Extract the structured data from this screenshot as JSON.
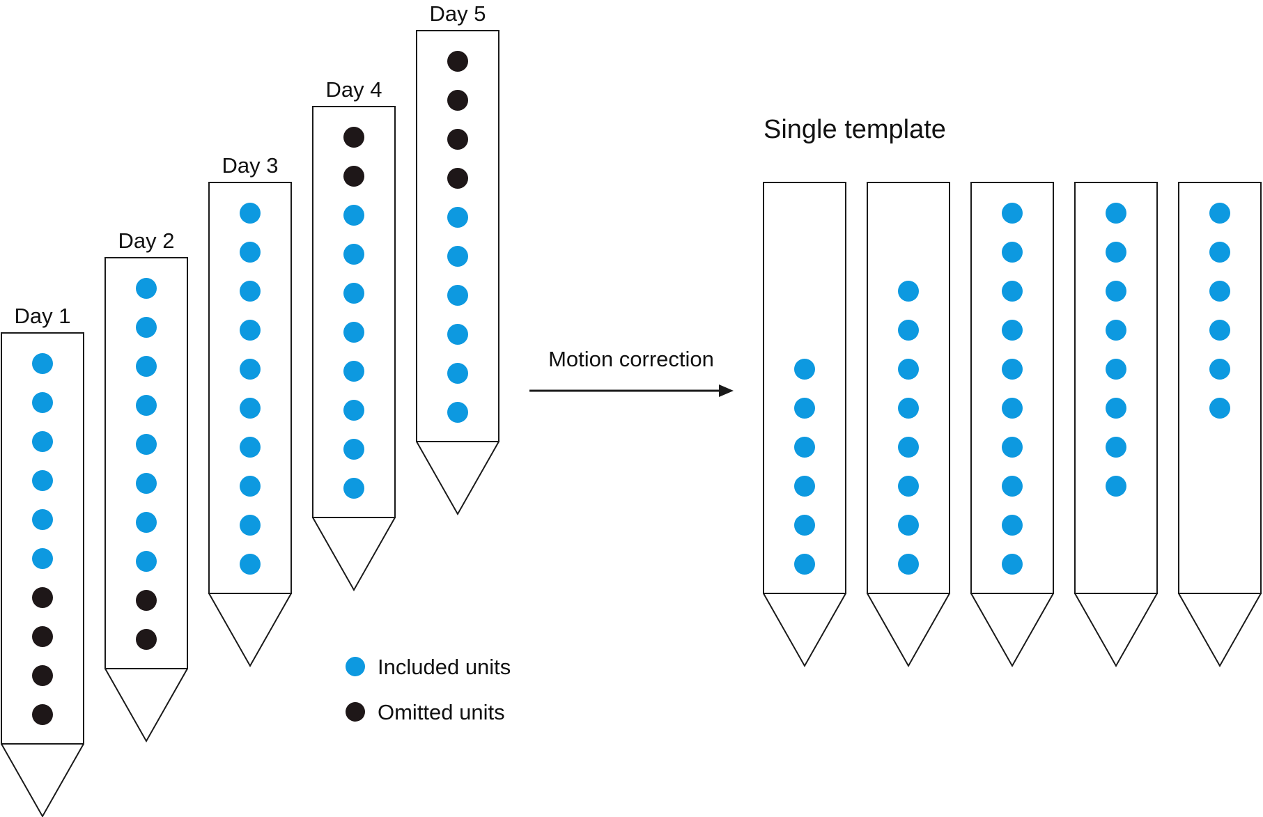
{
  "colors": {
    "included": "#0d99e0",
    "omitted": "#1e1718",
    "outline": "#1a1a1a",
    "text": "#111111"
  },
  "diagram": {
    "days": [
      {
        "label": "Day 1",
        "units": [
          "inc",
          "inc",
          "inc",
          "inc",
          "inc",
          "inc",
          "omit",
          "omit",
          "omit",
          "omit"
        ]
      },
      {
        "label": "Day 2",
        "units": [
          "inc",
          "inc",
          "inc",
          "inc",
          "inc",
          "inc",
          "inc",
          "inc",
          "omit",
          "omit"
        ]
      },
      {
        "label": "Day 3",
        "units": [
          "inc",
          "inc",
          "inc",
          "inc",
          "inc",
          "inc",
          "inc",
          "inc",
          "inc",
          "inc"
        ]
      },
      {
        "label": "Day 4",
        "units": [
          "omit",
          "omit",
          "inc",
          "inc",
          "inc",
          "inc",
          "inc",
          "inc",
          "inc",
          "inc"
        ]
      },
      {
        "label": "Day 5",
        "units": [
          "omit",
          "omit",
          "omit",
          "omit",
          "inc",
          "inc",
          "inc",
          "inc",
          "inc",
          "inc"
        ]
      }
    ],
    "arrow_label": "Motion correction",
    "template_title": "Single template",
    "template_probes": [
      {
        "first_slot": 4,
        "count": 6
      },
      {
        "first_slot": 2,
        "count": 8
      },
      {
        "first_slot": 0,
        "count": 10
      },
      {
        "first_slot": 0,
        "count": 8
      },
      {
        "first_slot": 0,
        "count": 6
      }
    ],
    "legend": [
      {
        "label": "Included units",
        "kind": "inc"
      },
      {
        "label": "Omitted units",
        "kind": "omit"
      }
    ]
  }
}
